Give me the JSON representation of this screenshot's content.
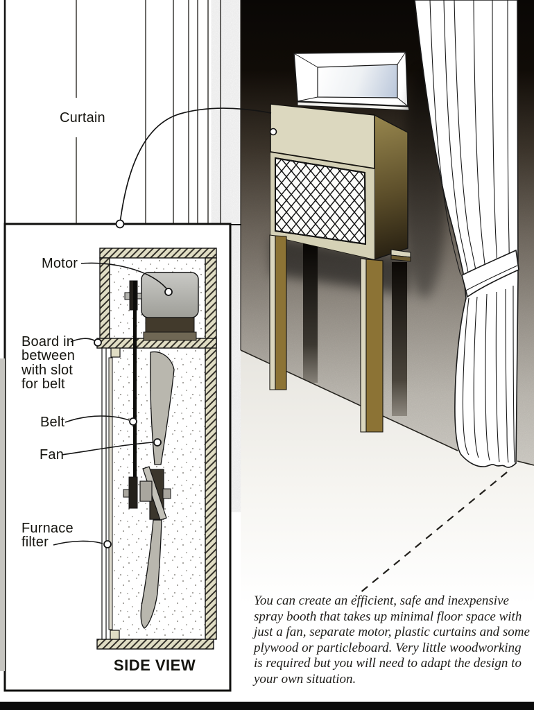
{
  "left_region": {
    "curtain_label": "Curtain"
  },
  "inset": {
    "labels": {
      "motor": "Motor",
      "board": [
        "Board in",
        "between",
        "with slot",
        "for belt"
      ],
      "belt": "Belt",
      "fan": "Fan",
      "furnace": [
        "Furnace",
        "filter"
      ],
      "title": "SIDE VIEW"
    }
  },
  "caption": {
    "lines": [
      "You can create an efficient, safe and inexpensive",
      "spray booth that takes up minimal floor space with",
      "just a fan, separate motor, plastic curtains and some",
      "plywood or particleboard. Very little woodworking",
      "is required but you will need to adapt the design to",
      "your own situation."
    ]
  },
  "colors": {
    "wood_leg": "#8c7335",
    "panel_beige": "#dcd8bf",
    "hatch_beige": "#e0ddc4",
    "wall_dark": "#0a0806",
    "ink": "#141414"
  }
}
